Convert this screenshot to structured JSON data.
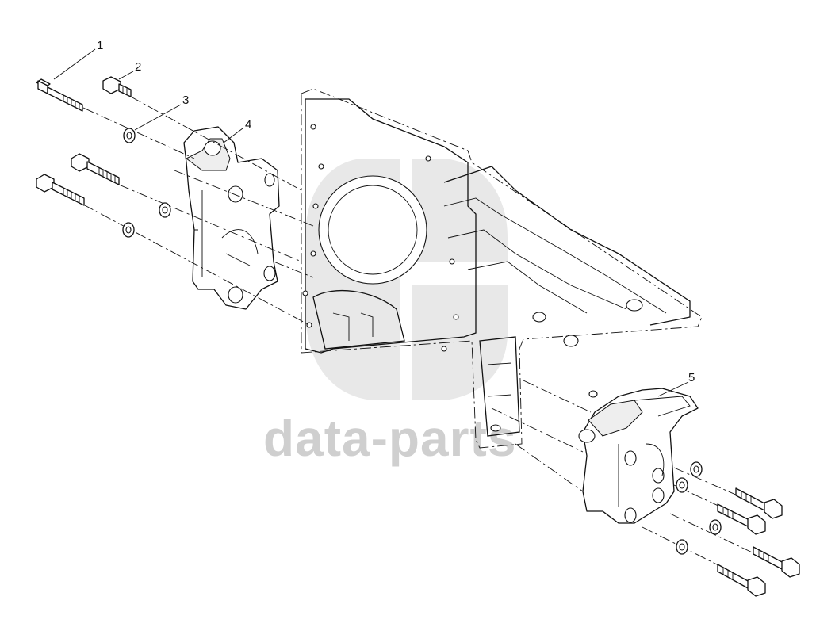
{
  "watermark": {
    "text": "data-parts",
    "color": "#cfcfcf"
  },
  "callouts": {
    "c1": "1",
    "c2": "2",
    "c3": "3",
    "c4": "4",
    "c5": "5"
  },
  "icons": {
    "watermark_logo": "data-parts-logo-icon"
  }
}
